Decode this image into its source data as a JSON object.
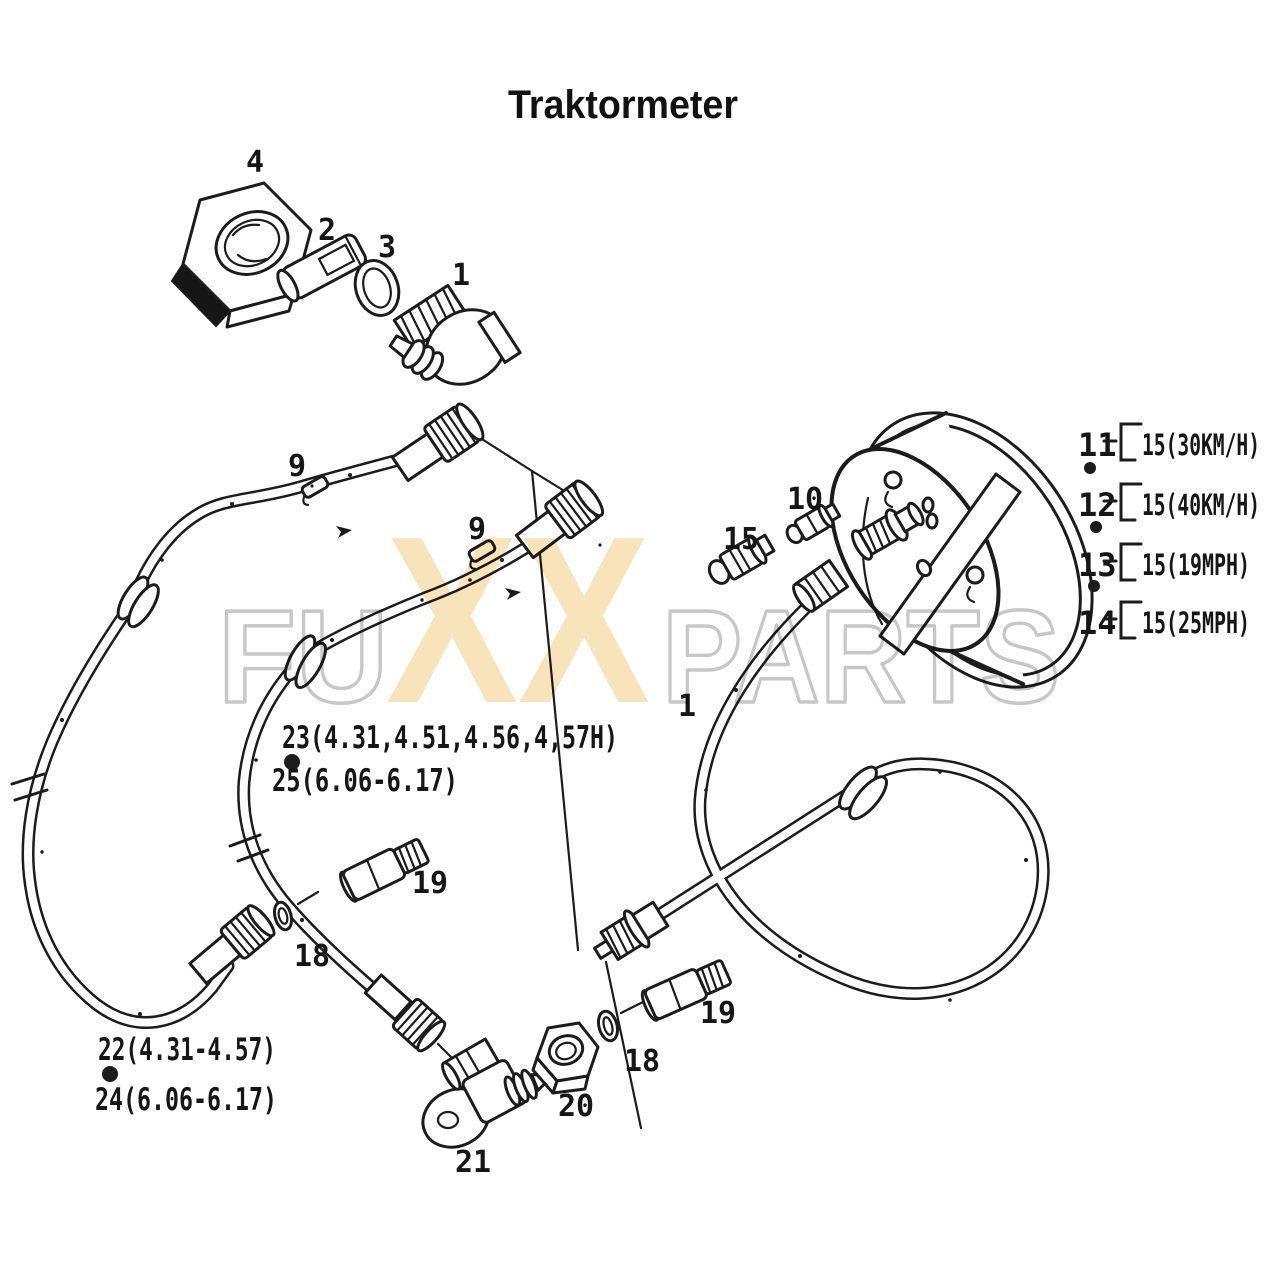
{
  "page": {
    "title": "Traktormeter"
  },
  "watermark": {
    "left": "FU",
    "center": "XX",
    "right": "PARTS"
  },
  "colors": {
    "ink": "#1c1c1c",
    "watermark_solid_fill": "#f7e4ba",
    "watermark_outline": "#c7c7c7",
    "paper": "#ffffff"
  },
  "labels": {
    "nut_cap": "4",
    "insert": "2",
    "seal_ring": "3",
    "fitting_upper": "1",
    "cable_9_upper": "9",
    "cable_9_lower": "9",
    "bulb_small": "10",
    "bulb_socket": "15",
    "speedo_cable": "1",
    "adapter_left": "19",
    "washer_left": "18",
    "elbow_fitting": "21",
    "union_nut": "20",
    "washer_right": "18",
    "adapter_right": "19"
  },
  "notes": {
    "upper_cable_models": "23(4.31,4.51,4.56,4,57H)",
    "upper_cable_models_alt": "25(6.06-6.17)",
    "lower_cable_models": "22(4.31-4.57)",
    "lower_cable_models_alt": "24(6.06-6.17)"
  },
  "speed_variants": [
    {
      "ref": "11",
      "spec": "15(30KM/H)"
    },
    {
      "ref": "12",
      "spec": "15(40KM/H)"
    },
    {
      "ref": "13",
      "spec": "15(19MPH)"
    },
    {
      "ref": "14",
      "spec": "15(25MPH)"
    }
  ]
}
